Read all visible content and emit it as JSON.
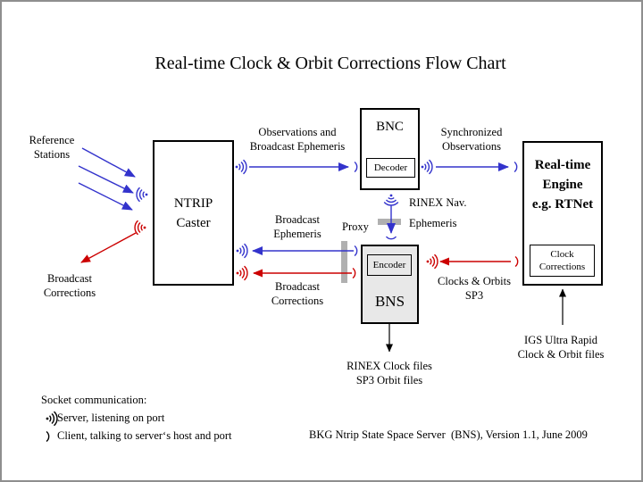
{
  "title": "Real-time Clock & Orbit Corrections Flow Chart",
  "colors": {
    "arrow_blue": "#3333cc",
    "arrow_red": "#cc0000",
    "proxy_bar_gray": "#b0b0b0",
    "bns_fill_gray": "#e8e8e8"
  },
  "boxes": {
    "ntrip_caster": {
      "line1": "NTRIP",
      "line2": "Caster"
    },
    "bnc": {
      "title": "BNC",
      "sub": "Decoder"
    },
    "bns": {
      "title": "BNS",
      "sub": "Encoder"
    },
    "rt_engine": {
      "line1": "Real-time",
      "line2": "Engine",
      "line3": "e.g. RTNet",
      "sub_line1": "Clock",
      "sub_line2": "Corrections"
    }
  },
  "labels": {
    "reference_stations": {
      "line1": "Reference",
      "line2": "Stations"
    },
    "broadcast_corrections_left": {
      "line1": "Broadcast",
      "line2": "Corrections"
    },
    "observations_broadcast_ephemeris": {
      "line1": "Observations and",
      "line2": "Broadcast Ephemeris"
    },
    "synchronized_observations": {
      "line1": "Synchronized",
      "line2": "Observations"
    },
    "broadcast_ephemeris_mid": {
      "line1": "Broadcast",
      "line2": "Ephemeris"
    },
    "broadcast_corrections_mid": {
      "line1": "Broadcast",
      "line2": "Corrections"
    },
    "proxy": "Proxy",
    "rinex_nav_ephemeris": {
      "line1": "RINEX Nav.",
      "line2": "Ephemeris"
    },
    "clocks_orbits_sp3": {
      "line1": "Clocks & Orbits",
      "line2": "SP3"
    },
    "rinex_clock_files": {
      "line1": "RINEX Clock files",
      "line2": "SP3 Orbit files"
    },
    "igs_ultra_rapid": {
      "line1": "IGS Ultra Rapid",
      "line2": "Clock & Orbit files"
    }
  },
  "legend": {
    "heading": "Socket communication:",
    "server": "Server, listening on port",
    "client": "Client, talking to server‘s host and port"
  },
  "footer": "BKG Ntrip State Space Server  (BNS), Version 1.1, June 2009"
}
